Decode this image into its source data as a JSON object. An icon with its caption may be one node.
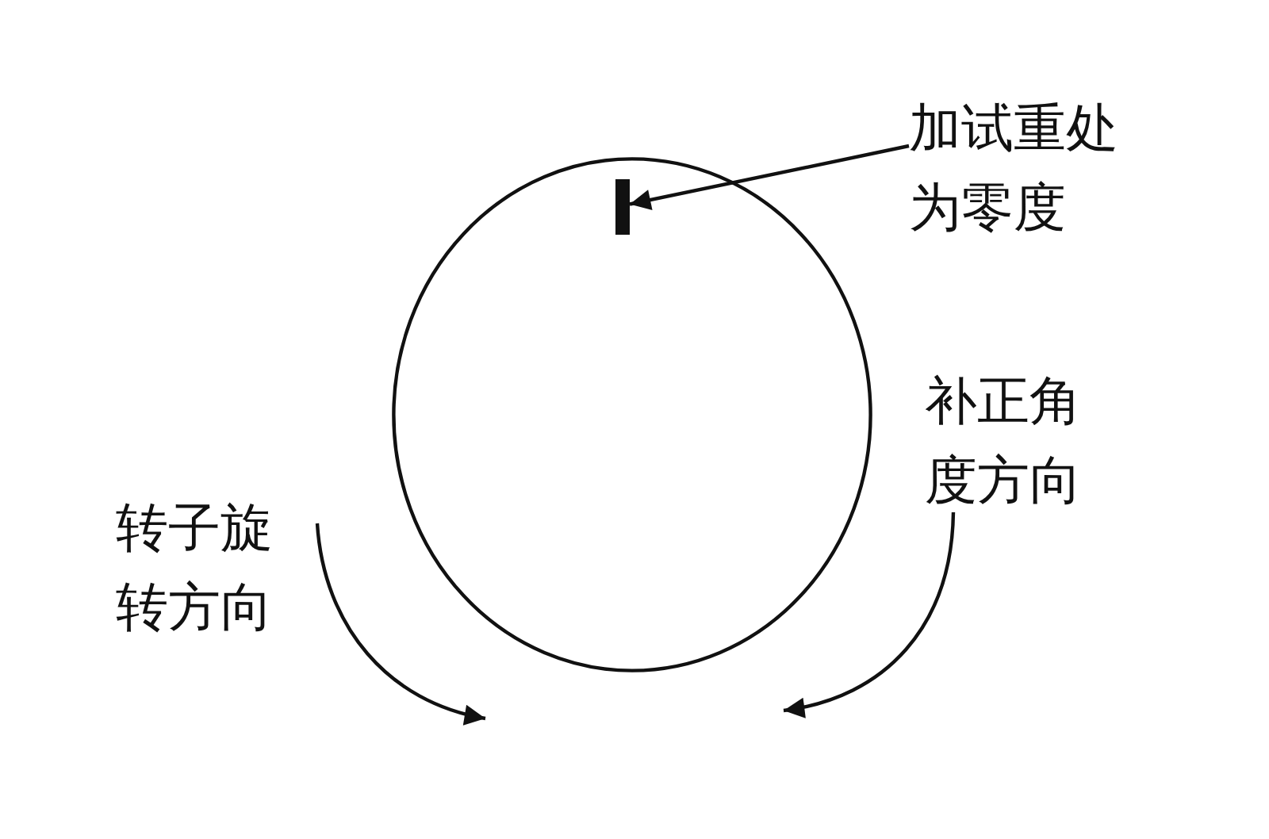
{
  "diagram": {
    "nodes": [
      {
        "text": [],
        "shape": "circle"
      },
      {
        "text": [],
        "shape": "bar",
        "in": 0
      },
      {
        "text": [
          "加试重处为零度"
        ]
      }
    ],
    "edges": [
      {
        "from": 2,
        "to": 1,
        "arrow": "to"
      }
    ],
    "labels": [
      "转子旋转方向",
      "补正角度方向"
    ]
  }
}
